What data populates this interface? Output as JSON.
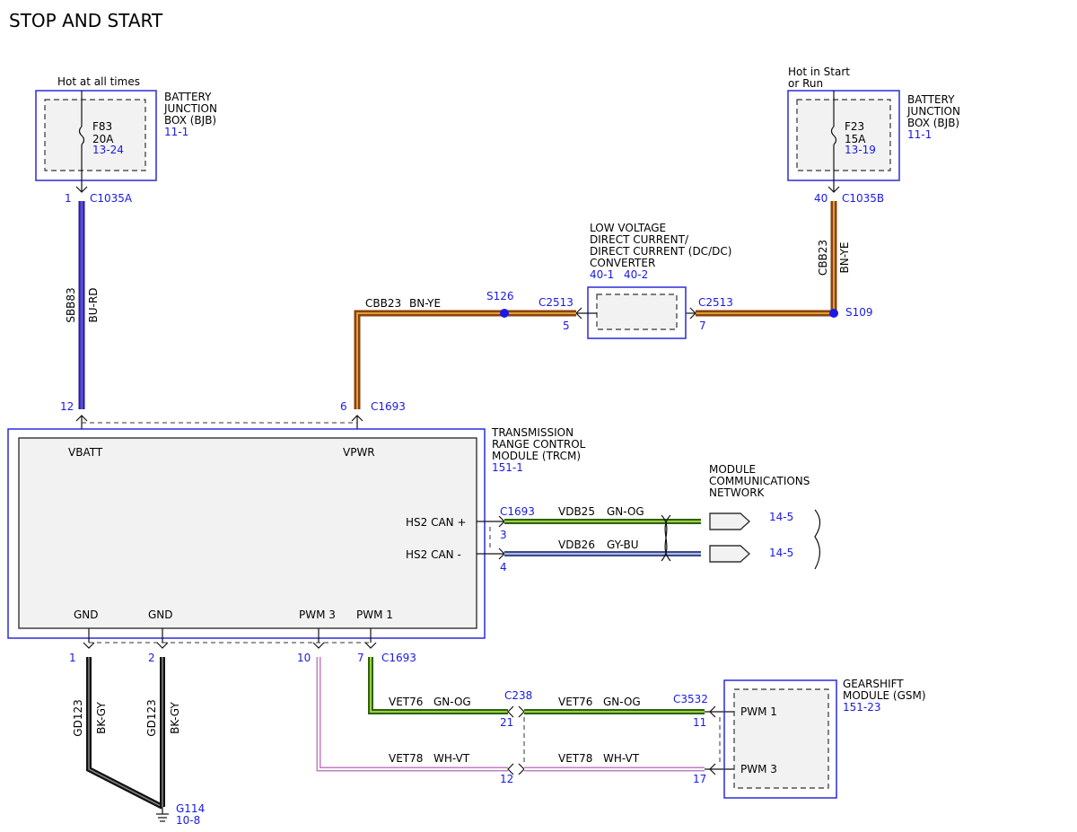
{
  "title": "STOP AND START",
  "left_bjb": {
    "supply": "Hot at all times",
    "fuse": "F83",
    "rating": "20A",
    "ref": "13-24",
    "name_lines": [
      "BATTERY",
      "JUNCTION",
      "BOX (BJB)"
    ],
    "page": "11-1",
    "pin": "1",
    "connector": "C1035A"
  },
  "right_bjb": {
    "supply_lines": [
      "Hot in Start",
      "or Run"
    ],
    "fuse": "F23",
    "rating": "15A",
    "ref": "13-19",
    "name_lines": [
      "BATTERY",
      "JUNCTION",
      "BOX (BJB)"
    ],
    "page": "11-1",
    "pin": "40",
    "connector": "C1035B"
  },
  "wire_vbatt": {
    "circuit": "SBB83",
    "color": "BU-RD",
    "pin": "12"
  },
  "wire_vpwr": {
    "circuit": "CBB23",
    "color": "BN-YE",
    "pin": "6",
    "connector": "C1693"
  },
  "wire_right_vert": {
    "circuit": "CBB23",
    "color": "BN-YE"
  },
  "splice_s126": "S126",
  "splice_s109": "S109",
  "dcdc": {
    "name_lines": [
      "LOW VOLTAGE",
      "DIRECT CURRENT/",
      "DIRECT CURRENT (DC/DC)",
      "CONVERTER"
    ],
    "ref1": "40-1",
    "ref2": "40-2",
    "left_connector": "C2513",
    "left_pin": "5",
    "right_connector": "C2513",
    "right_pin": "7"
  },
  "trcm": {
    "name_lines": [
      "TRANSMISSION",
      "RANGE CONTROL",
      "MODULE (TRCM)"
    ],
    "page": "151-1",
    "vbatt": "VBATT",
    "vpwr": "VPWR",
    "hs2_plus": "HS2 CAN +",
    "hs2_minus": "HS2 CAN -",
    "gnd1": "GND",
    "gnd2": "GND",
    "pwm3": "PWM 3",
    "pwm1": "PWM 1"
  },
  "network": {
    "name_lines": [
      "MODULE",
      "COMMUNICATIONS",
      "NETWORK"
    ],
    "ref_plus": "14-5",
    "ref_minus": "14-5"
  },
  "can_plus": {
    "connector": "C1693",
    "pin": "3",
    "circuit": "VDB25",
    "color": "GN-OG"
  },
  "can_minus": {
    "pin": "4",
    "circuit": "VDB26",
    "color": "GY-BU"
  },
  "gnd_wires": {
    "pin1": "1",
    "pin2": "2",
    "circuit1": "GD123",
    "color1": "BK-GY",
    "circuit2": "GD123",
    "color2": "BK-GY",
    "ground": "G114",
    "ground_ref": "10-8"
  },
  "pwm_wires": {
    "pin_pwm3": "10",
    "pin_pwm1": "7",
    "connector": "C1693",
    "c238": "C238",
    "c238_pin_top": "21",
    "c238_pin_bottom": "12",
    "vet76_a": "VET76",
    "vet76_a_color": "GN-OG",
    "vet76_b": "VET76",
    "vet76_b_color": "GN-OG",
    "vet78_a": "VET78",
    "vet78_a_color": "WH-VT",
    "vet78_b": "VET78",
    "vet78_b_color": "WH-VT",
    "c3532": "C3532",
    "gsm_pin_top": "11",
    "gsm_pin_bottom": "17"
  },
  "gsm": {
    "name_lines": [
      "GEARSHIFT",
      "MODULE (GSM)"
    ],
    "page": "151-23",
    "pwm1": "PWM 1",
    "pwm3": "PWM 3"
  },
  "colors": {
    "blue_text": "#1a1ae6",
    "bu_rd": "#3a2fb8",
    "bn_ye": "#b05a1c",
    "gn_og": "#3f7d1a",
    "gy_bu": "#5a6ab0",
    "bk_gy": "#111111",
    "wh_vt": "#d9a0d9"
  }
}
